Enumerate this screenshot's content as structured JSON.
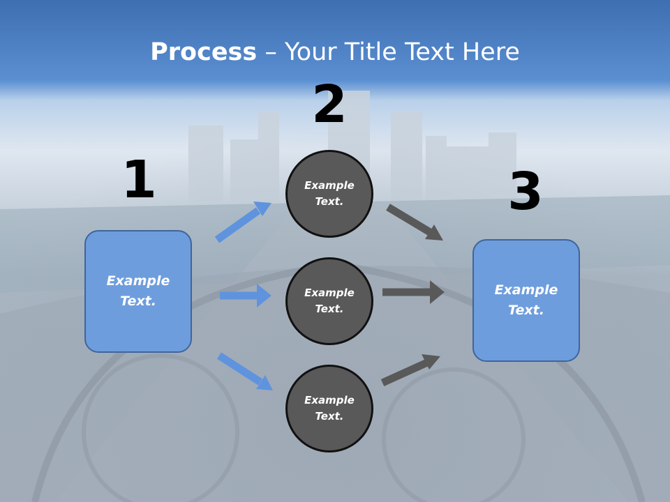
{
  "slide": {
    "title_bold": "Process",
    "title_rest": " – Your Title Text Here"
  },
  "steps": {
    "step1": {
      "number": "1",
      "label": "Example\nText."
    },
    "step2": {
      "number": "2",
      "items": [
        "Example\nText.",
        "Example\nText.",
        "Example\nText."
      ]
    },
    "step3": {
      "number": "3",
      "label": "Example\nText."
    }
  },
  "colors": {
    "header": "#4f84c9",
    "box_fill": "#6e9ddd",
    "circle_fill": "#595959",
    "arrow_blue": "#5f93dd",
    "arrow_gray": "#595959"
  }
}
